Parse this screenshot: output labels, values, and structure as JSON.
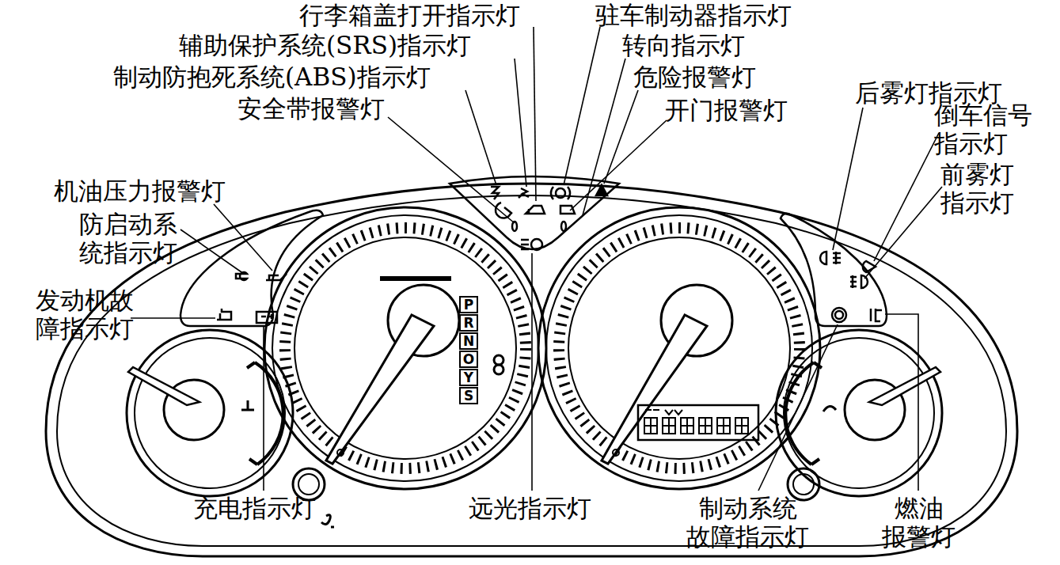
{
  "diagram": {
    "nodes": [
      {
        "text": [
          "P"
        ]
      },
      {
        "text": [
          "R"
        ]
      },
      {
        "text": [
          "N"
        ]
      },
      {
        "text": [
          "O"
        ]
      },
      {
        "text": [
          "Y"
        ]
      },
      {
        "text": [
          "S"
        ]
      }
    ],
    "labels": [
      "行李箱盖打开指示灯",
      "驻车制动器指示灯",
      "辅助保护系统(SRS)指示灯",
      "转向指示灯",
      "制动防抱死系统(ABS)指示灯",
      "危险报警灯",
      "安全带报警灯",
      "开门报警灯",
      "后雾灯指示灯",
      "机油压力报警灯",
      "倒车信号 指示灯",
      "防启动系 统指示灯",
      "前雾灯 指示灯",
      "发动机故 障指示灯",
      "充电指示灯",
      "远光指示灯",
      "制动系统 故障指示灯",
      "燃油 报警灯"
    ]
  }
}
